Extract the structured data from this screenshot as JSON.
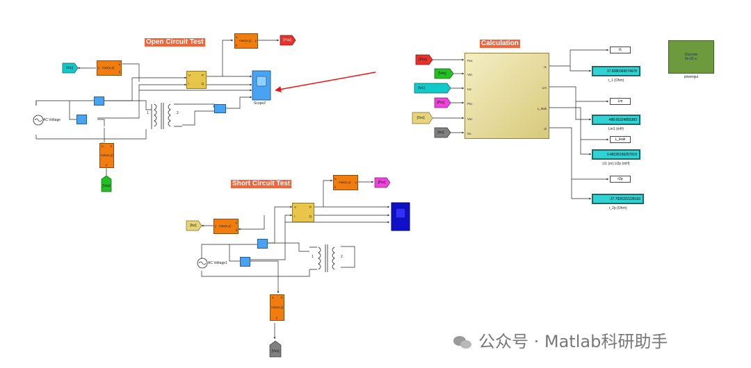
{
  "headings": {
    "open_circuit": "Open Circuit Test",
    "short_circuit": "Short Circuit Test",
    "calculation": "Calculation"
  },
  "open_circuit": {
    "source_label": "AC Voltage",
    "scope_label": "Scope2",
    "max_block_text": "max(u,y)",
    "max_port_u": "u",
    "max_port_y": "y",
    "max_port_k": "k",
    "meter_ports": [
      "V",
      "I",
      "P",
      "Q"
    ],
    "winding_1": "1",
    "winding_2": "2",
    "tags": {
      "poc": "[Poc]",
      "ioc": "[Ioc]",
      "voc": "[Voc]"
    }
  },
  "short_circuit": {
    "source_label": "AC Voltage1",
    "max_block_text": "max(u,y)",
    "max_port_u": "u",
    "max_port_y": "y",
    "max_port_k": "k",
    "meter_ports": [
      "V",
      "I",
      "P",
      "Q"
    ],
    "winding_1": "1",
    "winding_2": "2",
    "tags": {
      "psc": "[Psc]",
      "isc": "[Isc]",
      "vsc": "[Vsc]"
    }
  },
  "calculation": {
    "inputs": [
      {
        "tag": "[Poc]",
        "port": "Poc",
        "color": "#e8322b"
      },
      {
        "tag": "[Voc]",
        "port": "Voc",
        "color": "#22c022"
      },
      {
        "tag": "[Ioc]",
        "port": "Ioc",
        "color": "#12c9c9"
      },
      {
        "tag": "[Psc]",
        "port": "Psc",
        "color": "#ee44dd"
      },
      {
        "tag": "[Vsc]",
        "port": "Vsc",
        "color": "#e8d47a"
      },
      {
        "tag": "[Isc]",
        "port": "Isc",
        "color": "#808080"
      }
    ],
    "outputs": [
      "r1",
      "Lm",
      "L_leak",
      "r2"
    ],
    "goto_r1": "r1",
    "display_r1_value": "27.8280369574678",
    "display_r1_caption": "r_1 (Ohm)",
    "goto_lm": "Lm",
    "display_lm_value": "488.66324855383",
    "display_lm_caption": "Lm1 (mH)",
    "goto_lleak": "L_leak",
    "display_lleak_value": "0.48126156257018",
    "display_lleak_caption": "Ll1 (or) Ll2p  (mH)",
    "goto_r2p": "r2p",
    "display_r2p_value": "-27.7926322228163",
    "display_r2p_caption": "r_2p (Ohm)"
  },
  "powergui": {
    "mode": "Discrete",
    "step": "5e-05 s.",
    "caption": "powergui",
    "color": "#6d9a3c"
  },
  "watermark": "公众号 · Matlab科研助手"
}
